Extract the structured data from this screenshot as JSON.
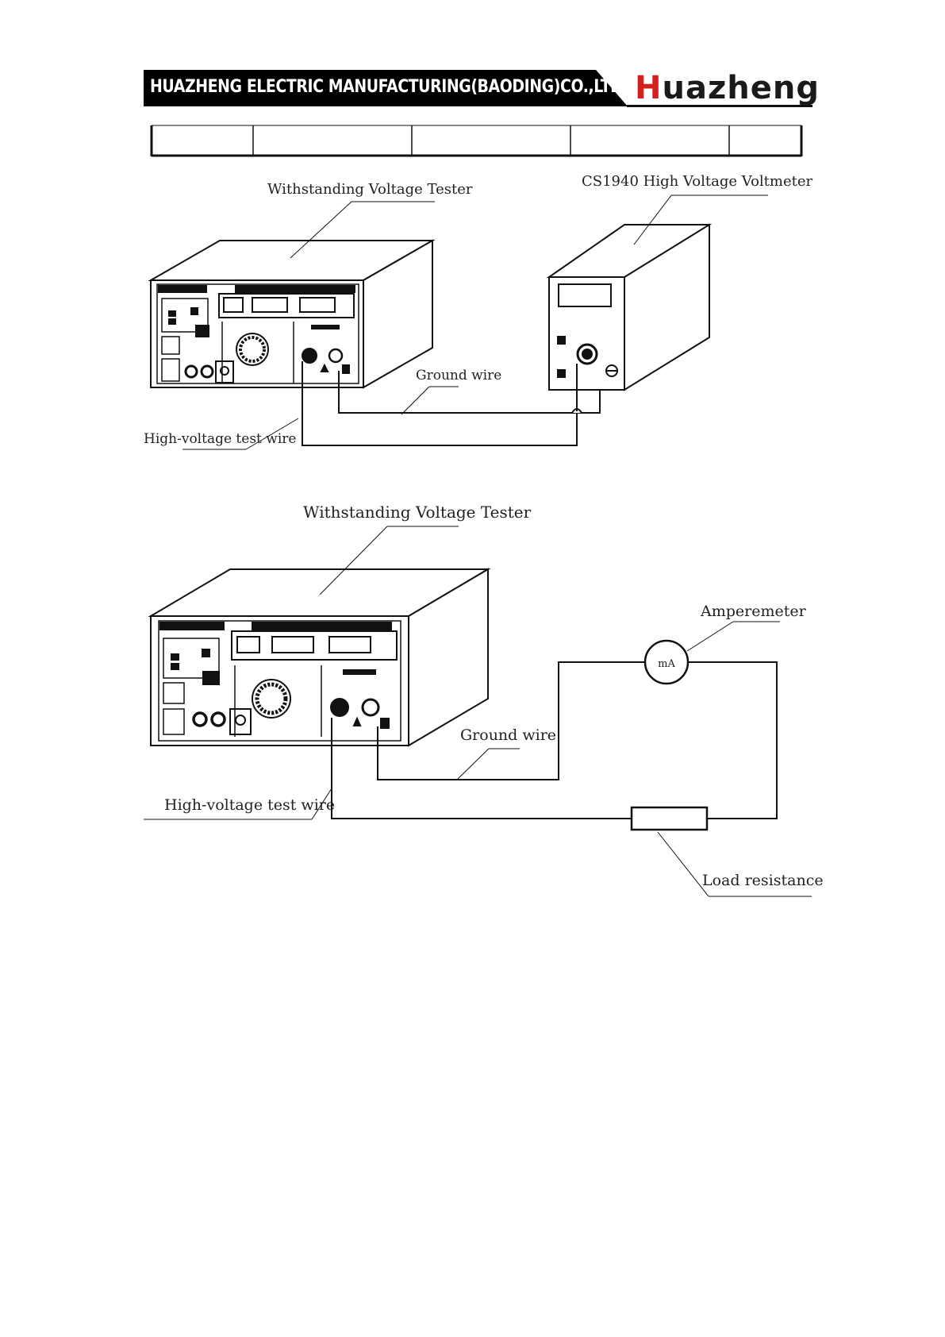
{
  "header": {
    "company": "HUAZHENG ELECTRIC MANUFACTURING(BAODING)CO.,LTD.",
    "brand_first_letter": "H",
    "brand_rest": "uazheng",
    "bar_color": "#000000",
    "brand_accent": "#d3201e"
  },
  "diagram1": {
    "tester_label": "Withstanding Voltage Tester",
    "voltmeter_label": "CS1940 High Voltage Voltmeter",
    "ground_label": "Ground wire",
    "hv_label": "High-voltage test wire"
  },
  "diagram2": {
    "tester_label": "Withstanding Voltage Tester",
    "ammeter_label": "Amperemeter",
    "ammeter_unit": "mA",
    "ground_label": "Ground wire",
    "hv_label": "High-voltage test wire",
    "load_label": "Load resistance"
  }
}
